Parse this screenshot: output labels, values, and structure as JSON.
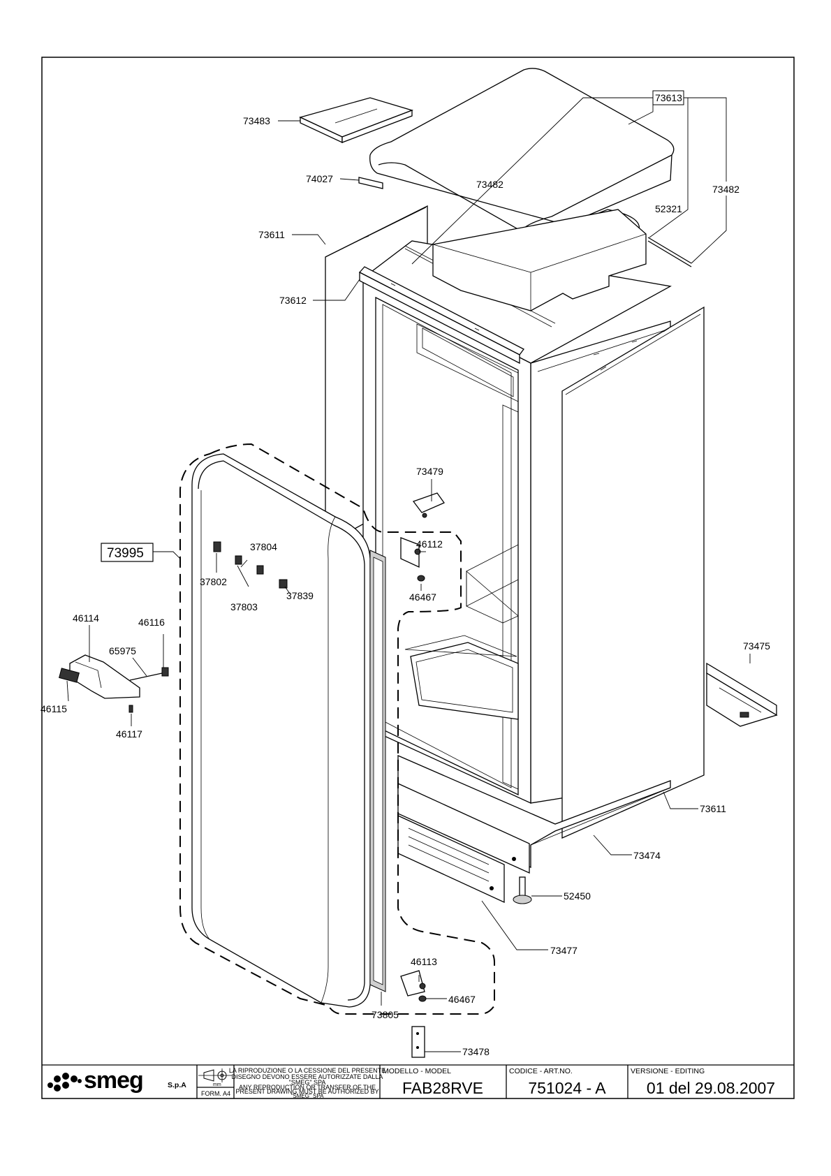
{
  "drawing": {
    "labels": {
      "p73483": "73483",
      "p74027": "74027",
      "p73613": "73613",
      "p73482a": "73482",
      "p73482b": "73482",
      "p52321": "52321",
      "p73611a": "73611",
      "p73612": "73612",
      "p73479": "73479",
      "p73995": "73995",
      "p37804": "37804",
      "p37802": "37802",
      "p37803": "37803",
      "p37839": "37839",
      "p46112": "46112",
      "p46467a": "46467",
      "p46114": "46114",
      "p46116": "46116",
      "p65975": "65975",
      "p46115": "46115",
      "p46117": "46117",
      "p73475": "73475",
      "p73611b": "73611",
      "p73474": "73474",
      "p52450": "52450",
      "p73477": "73477",
      "p46113": "46113",
      "p46467b": "46467",
      "p73805": "73805",
      "p73478": "73478"
    }
  },
  "title_block": {
    "logo_text": "smeg",
    "company_suffix": "S.p.A",
    "form_label": "FORM. A4",
    "unit_label": "mm",
    "notice_it": [
      "LA RIPRODUZIONE O LA CESSIONE DEL PRESENTE",
      "DISEGNO DEVONO ESSERE AUTORIZZATE DALLA",
      "\"SMEG\" SPA"
    ],
    "notice_en": [
      "ANY REPRODUCTION OR TRANSFER OF THE",
      "PRESENT DRAWING MUST BE AUTHORIZED BY",
      "\"SMEG\" SPA"
    ],
    "model_header": "MODELLO - MODEL",
    "model_value": "FAB28RVE",
    "code_header": "CODICE - ART.NO.",
    "code_value": "751024 - A",
    "version_header": "VERSIONE - EDITING",
    "version_value": "01 del 29.08.2007"
  }
}
